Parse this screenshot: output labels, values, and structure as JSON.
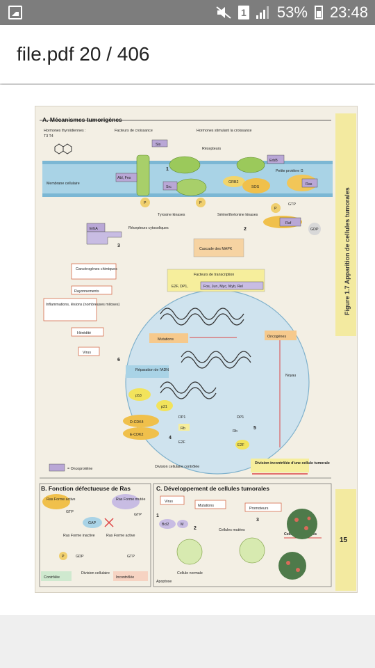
{
  "status_bar": {
    "battery": "53%",
    "time": "23:48",
    "sim_label": "1"
  },
  "app_bar": {
    "title": "file.pdf 20 / 406"
  },
  "document_page": {
    "side_title": "Figure 1.7  Apparition de cellules tumorales",
    "page_number": "15",
    "section_a": {
      "title": "A. Mécanismes tumorigènes",
      "labels": {
        "hormones_thyroid": "Hormones thyroïdiennes :",
        "t3_t4": "T3  T4",
        "growth_factors": "Facteurs de croissance",
        "sis": "Sis",
        "hormones_growth": "Hormones stimulant la croissance",
        "receptors": "Récepteurs",
        "erbb": "ErbB",
        "small_g": "Petite protéine G",
        "membrane": "Membrane cellulaire",
        "abl_fes": "Abl, Fes",
        "src": "Src",
        "grb2": "GRB2",
        "sos": "SOS",
        "ras": "Ras",
        "gtp": "GTP",
        "p": "P",
        "tyrosine_kinases": "Tyrosine kinases",
        "serine_kinases": "Sérine/thréonine kinases",
        "raf": "Raf",
        "gdp": "GDP",
        "erba": "ErbA",
        "cytosolic_receptors": "Récepteurs cytosoliques",
        "mapk": "Cascade des MAPK",
        "carcinogens": "Cancérogènes chimiques",
        "radiation": "Rayonnements",
        "transcription_factors": "Facteurs de transcription",
        "tf_list_left": "E2F, DP1,",
        "tf_list_right": "Fos, Jun, Myc, Myb, Rel",
        "inflammation": "Inflammations, lésions (nombreuses mitoses)",
        "heredity": "Hérédité",
        "mutations": "Mutations",
        "oncogenes": "Oncogènes",
        "virus": "Virus",
        "dna_repair": "Réparation de l'ADN",
        "nucleus": "Noyau",
        "p53": "p53",
        "p21": "p21",
        "dcdk": "D-CDK4",
        "ecdk": "E-CDK2",
        "dp1": "DP1",
        "rb": "Rb",
        "e2f": "E2F",
        "controlled_division": "Division cellulaire contrôlée",
        "uncontrolled_division": "Division incontrôlée d'une cellule tumorale",
        "oncoprotein_legend": "= Oncoprotéine",
        "n1": "1",
        "n2": "2",
        "n3": "3",
        "n4": "4",
        "n5": "5",
        "n6": "6"
      }
    },
    "section_b": {
      "title": "B. Fonction défectueuse de Ras",
      "labels": {
        "ras_active": "Ras Forme active",
        "ras_mutated": "Ras Forme mutée",
        "gap": "GAP",
        "ras_inactive": "Ras Forme inactive",
        "ras_active2": "Ras Forme active",
        "gtp": "GTP",
        "gdp": "GDP",
        "p": "P",
        "controlled": "Contrôlée",
        "division": "Division cellulaire",
        "uncontrolled": "Incontrôlée"
      }
    },
    "section_c": {
      "title": "C. Développement de cellules tumorales",
      "labels": {
        "virus": "Virus",
        "mutations": "Mutations",
        "promoters": "Promoteurs",
        "bcl2": "Bcl2",
        "m": "M",
        "mutated_cells": "Cellules mutées",
        "tumor_cells": "Cellules tumorales",
        "normal_cell": "Cellule normale",
        "apoptosis": "Apoptose",
        "n1": "1",
        "n2": "2",
        "n3": "3"
      }
    }
  }
}
